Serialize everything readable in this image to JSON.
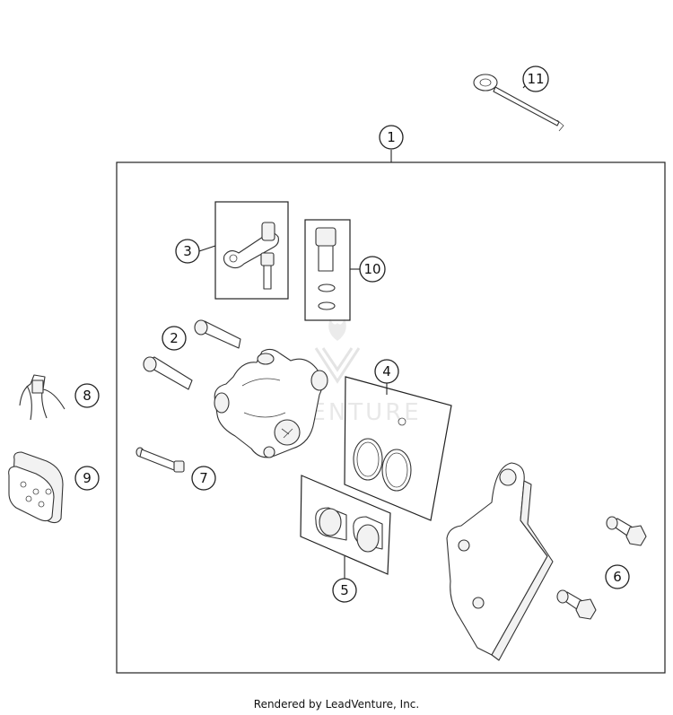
{
  "callouts": [
    {
      "id": "1",
      "label": "1"
    },
    {
      "id": "2",
      "label": "2"
    },
    {
      "id": "3",
      "label": "3"
    },
    {
      "id": "4",
      "label": "4"
    },
    {
      "id": "5",
      "label": "5"
    },
    {
      "id": "6",
      "label": "6"
    },
    {
      "id": "7",
      "label": "7"
    },
    {
      "id": "8",
      "label": "8"
    },
    {
      "id": "9",
      "label": "9"
    },
    {
      "id": "10",
      "label": "10"
    },
    {
      "id": "11",
      "label": "11"
    }
  ],
  "watermark": {
    "text": "ADVENTURE"
  },
  "footer": {
    "text": "Rendered by LeadVenture, Inc."
  }
}
